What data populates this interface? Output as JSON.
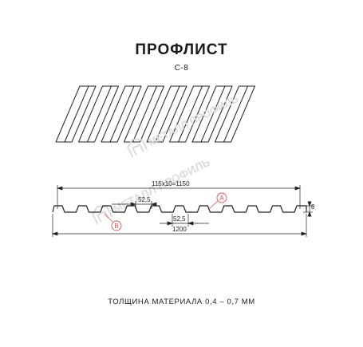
{
  "header": {
    "title": "ПРОФЛИСТ",
    "subtitle": "С-8"
  },
  "watermark": {
    "text": "МЕТАЛЛ ПРОФИЛЬ"
  },
  "dimensions": {
    "overall_top": "115x10=1150",
    "pitch_left": "52,5",
    "pitch_right": "52,5",
    "height": "8",
    "total_width": "1200"
  },
  "callouts": {
    "a": "A",
    "b": "B"
  },
  "footer": {
    "material_thickness": "ТОЛЩИНА МАТЕРИАЛА 0,4 – 0,7 ММ"
  },
  "colors": {
    "line": "#222222",
    "callout": "#d9534f",
    "watermark": "#dcdcdc"
  }
}
